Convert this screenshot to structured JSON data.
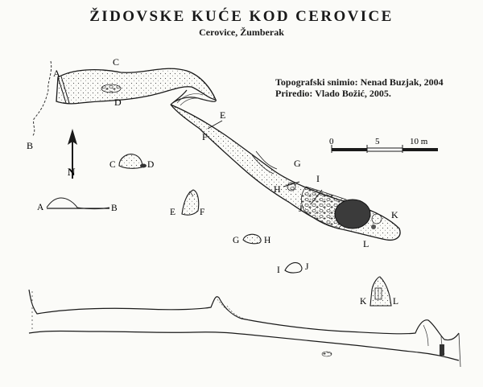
{
  "title": "ŽIDOVSKE KUĆE KOD CEROVICE",
  "subtitle": "Cerovice, Žumberak",
  "credits": {
    "survey": "Topografski snimio: Nenad Buzjak, 2004",
    "edited": "Priredio: Vlado Božić, 2005."
  },
  "scale_bar": {
    "labels": [
      "0",
      "5",
      "10 m"
    ],
    "length_m": 10
  },
  "north_arrow": {
    "symbol": "N"
  },
  "plan_labels": [
    "A",
    "B",
    "C",
    "D",
    "E",
    "F",
    "G",
    "H",
    "I",
    "J",
    "K",
    "L"
  ],
  "cross_sections": [
    {
      "from": "A",
      "to": "B"
    },
    {
      "from": "C",
      "to": "D"
    },
    {
      "from": "E",
      "to": "F"
    },
    {
      "from": "G",
      "to": "H"
    },
    {
      "from": "I",
      "to": "J"
    },
    {
      "from": "K",
      "to": "L"
    }
  ]
}
